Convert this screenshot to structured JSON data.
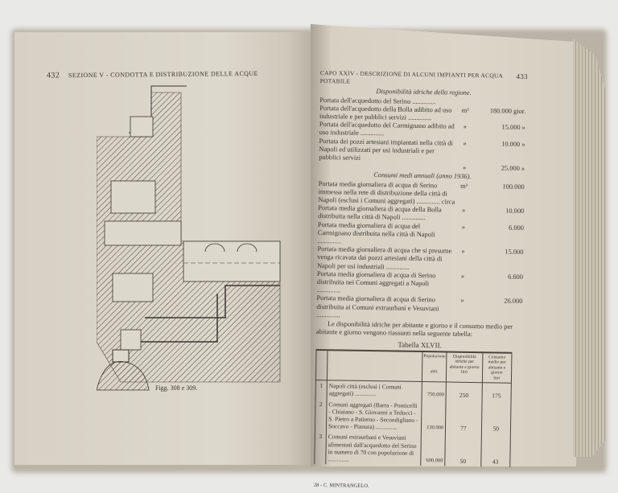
{
  "left_page": {
    "page_number": "432",
    "running_head": "SEZIONE V - CONDOTTA E DISTRIBUZIONE DELLE ACQUE",
    "figure_caption": "Figg. 308 e 309."
  },
  "right_page": {
    "running_head": "CAPO XXIV - DESCRIZIONE DI ALCUNI IMPIANTI PER ACQUA POTABILE",
    "page_number": "433",
    "section1_title": "Disponibilità idriche della regione.",
    "section1_rows": [
      {
        "text": "Portata dell'acquedotto del Serino ..............",
        "unit": "",
        "value": ""
      },
      {
        "text": "Portata dell'acquedotto della Bolla adibito ad uso industriale e per pubblici servizi ..............",
        "unit": "m³",
        "value": "180.000 gior."
      },
      {
        "text": "Portata dell'acquedotto del Carmignano adibito ad uso industriale ..............",
        "unit": "»",
        "value": "15.000 »"
      },
      {
        "text": "Portata dei pozzi artesiani impiantati nella città di Napoli ed utilizzati per usi industriali e per pubblici servizi",
        "unit": "»",
        "value": "10.000 »"
      },
      {
        "text": "",
        "unit": "»",
        "value": "25.000 »"
      }
    ],
    "section2_title": "Consumi medi annuali (anno 1936).",
    "section2_rows": [
      {
        "text": "Portata media giornaliera di acqua di Serino immessa nella rete di distribuzione della città di Napoli (esclusi i Comuni aggregati) .............. circa",
        "unit": "m³",
        "value": "100.000"
      },
      {
        "text": "Portata media giornaliera di acqua della Bolla distribuita nella città di Napoli ..............",
        "unit": "»",
        "value": "10.000"
      },
      {
        "text": "Portata media giornaliera di acqua del Carmignano distribuita nella città di Napoli ..............",
        "unit": "»",
        "value": "6.000"
      },
      {
        "text": "Portata media giornaliera di acqua che si presume venga ricavata dai pozzi artesiani della città di Napoli per usi industriali ..............",
        "unit": "»",
        "value": "15.000"
      },
      {
        "text": "Portata media giornaliera di acqua di Serino distribuita nei Comuni aggregati a Napoli ..............",
        "unit": "»",
        "value": "6.600"
      },
      {
        "text": "Portata media giornaliera di acqua di Serino distribuita ai Comuni extraurbani e Vesuviani ..............",
        "unit": "»",
        "value": "26.000"
      }
    ],
    "paragraph": "Le disponibilità idriche per abitante e giorno e il consumo medio per abitante e giorno vengono riassunti nella seguente tabella:",
    "table_title": "Tabella XLVII.",
    "table": {
      "headers": [
        "",
        "",
        "Popolazione",
        "Disponibilità idriche per abitante e giorno",
        "Consumo medio per abitante e giorno"
      ],
      "units": [
        "",
        "",
        "abit.",
        "litri",
        "litri"
      ],
      "rows": [
        {
          "n": "1",
          "desc": "Napoli città (esclusi i Comuni aggregati) ..............",
          "pop": "750.000",
          "disp": "250",
          "cons": "175"
        },
        {
          "n": "2",
          "desc": "Comuni aggregati (Barra - Ponticelli - Chiaiano - S. Giovanni a Teducci - S. Pietro a Patierno - Secondigliano - Soccavo - Pianura) ..............",
          "pop": "130.000",
          "disp": "77",
          "cons": "50"
        },
        {
          "n": "3",
          "desc": "Comuni extraurbani e Vesuviani alimentati dall'acquedotto del Serino in numero di 70 con popolazione di ..............",
          "pop": "600.000",
          "disp": "50",
          "cons": "43"
        }
      ]
    },
    "footer": "28 - C. MINTRANGELO."
  }
}
